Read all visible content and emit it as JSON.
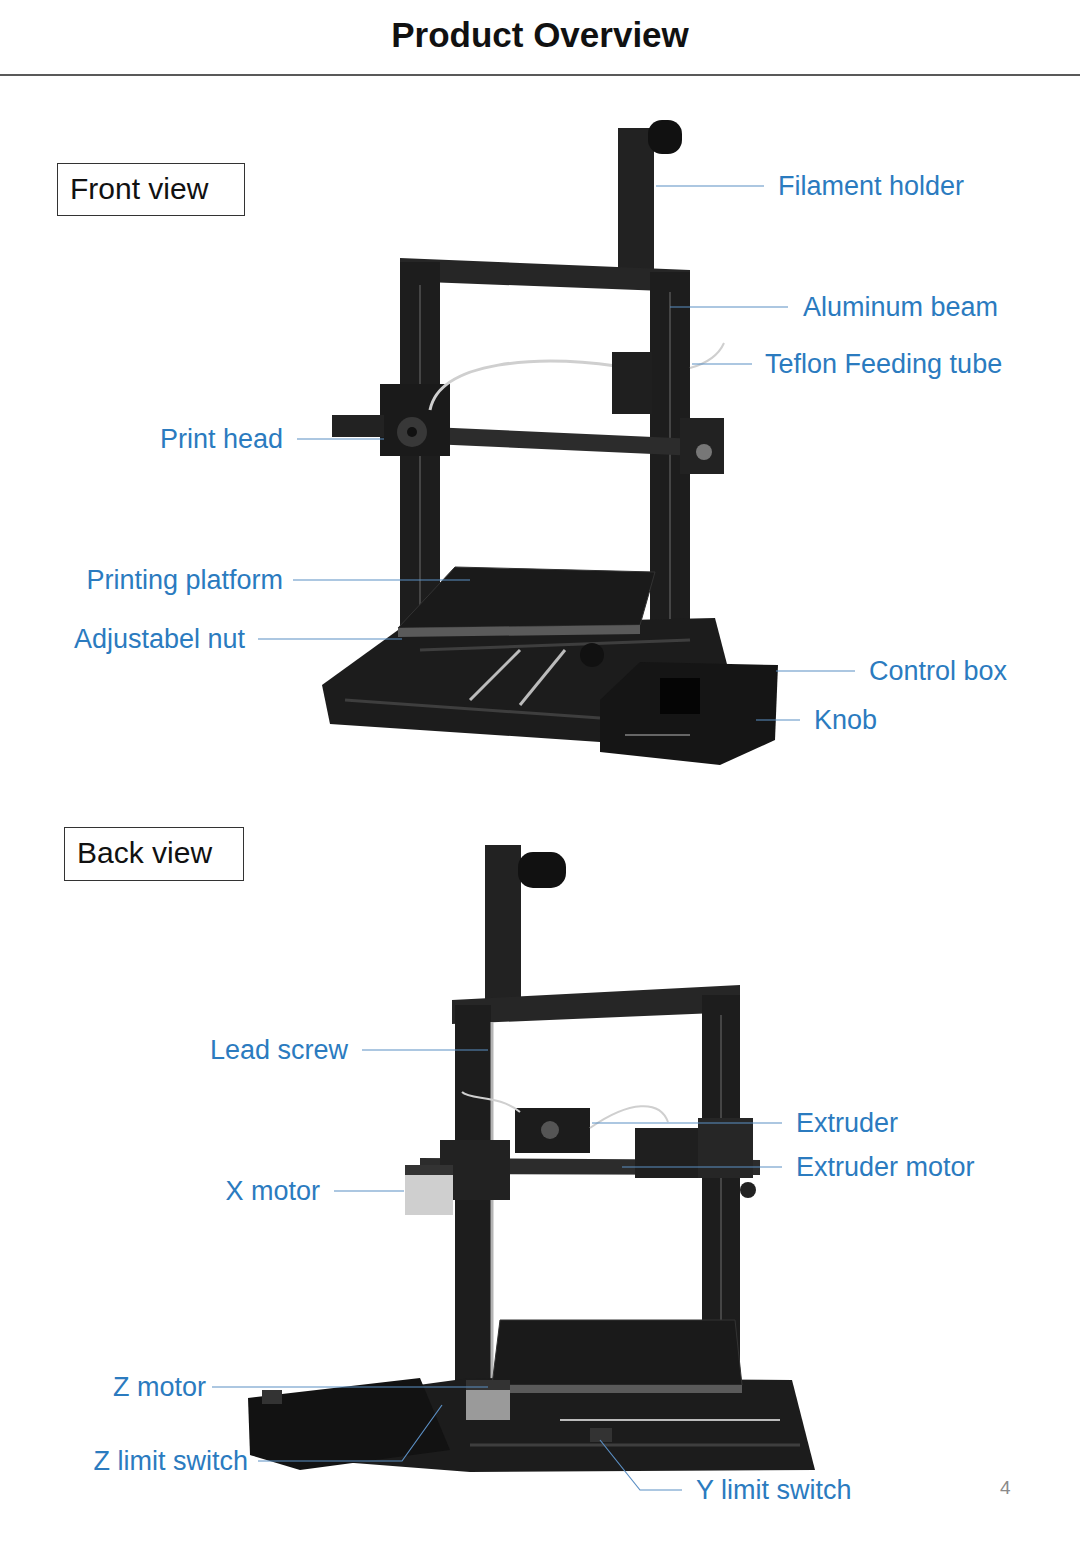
{
  "diagram": {
    "title": "Product Overview",
    "nodes": [
      {
        "text": [
          "Front view"
        ]
      },
      {
        "text": [
          "Back view"
        ]
      }
    ],
    "labels": [
      "Filament holder",
      "Aluminum beam",
      "Teflon Feeding tube",
      "Print head",
      "Printing platform",
      "Adjustabel nut",
      "Control box",
      "Knob",
      "Lead screw",
      "Extruder",
      "Extruder motor",
      "X motor",
      "Z motor",
      "Z limit switch",
      "Y limit switch",
      "4"
    ]
  }
}
